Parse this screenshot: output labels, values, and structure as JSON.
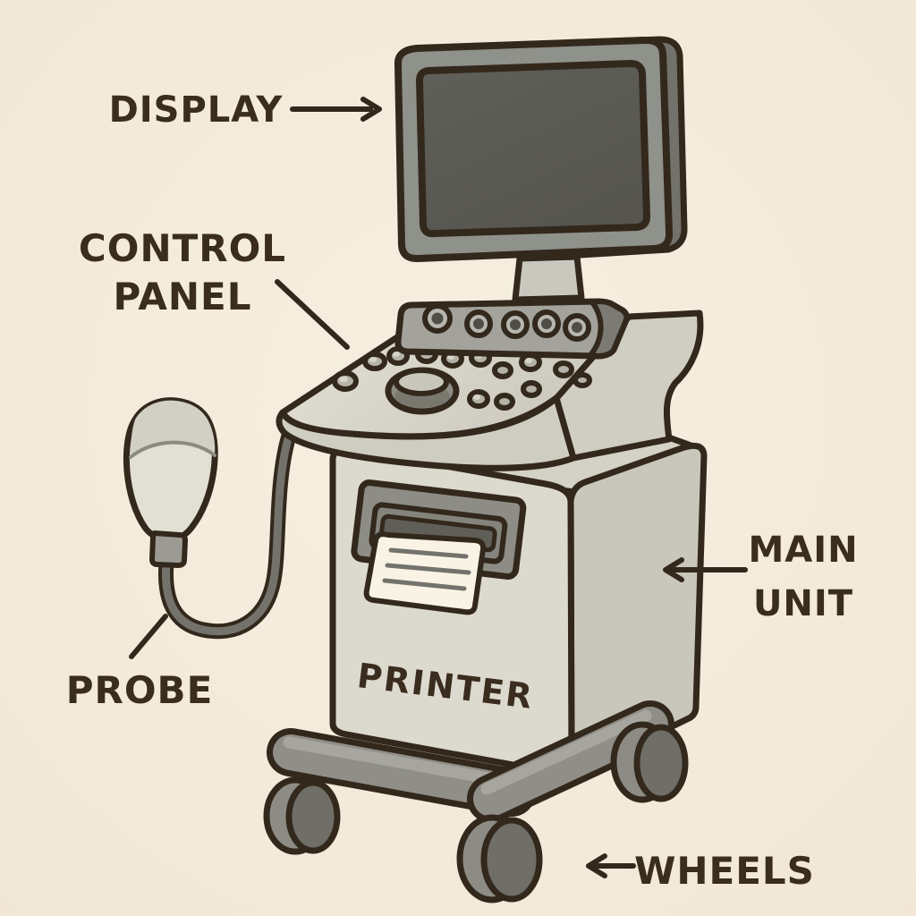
{
  "figure": {
    "type": "labeled-diagram",
    "subject": "Cartoon ultrasound machine on a wheeled cart",
    "style": "hand-drawn grayscale illustration on cream background"
  },
  "labels": {
    "display": "DISPLAY",
    "control_panel_line1": "CONTROL",
    "control_panel_line2": "PANEL",
    "probe": "PROBE",
    "printer": "PRINTER",
    "main_unit_line1": "MAIN",
    "main_unit_line2": "UNIT",
    "wheels": "WHEELS"
  },
  "palette": {
    "background": "#f4ecdc",
    "outline": "#33281c",
    "label_text": "#3a2c1e",
    "bezel": "#8f918b",
    "bezel_depth": "#72726b",
    "screen": "#5c5b54",
    "neck": "#c9c8bf",
    "speaker_bar": "#a3a39c",
    "speaker_bar_cap": "#7b7a73",
    "bar_button_ring": "#b8b7af",
    "bar_button_center": "#4e4d46",
    "panel_top": "#e0ddd3",
    "panel_edge": "#cfccc2",
    "panel_side": "#d0cdc3",
    "panel_button": "#b4b2a8",
    "trackball_skirt": "#8e8d84",
    "trackball_top": "#c9c6bc",
    "pedestal": "#d4d1c7",
    "unit_front": "#dcd9cf",
    "unit_side": "#c9c6bc",
    "printer_recess": "#8d8d85",
    "printer_frame": "#84847c",
    "printer_slot": "#5f5e57",
    "paper": "#f8f3e5",
    "paper_lines": "#73726b",
    "beam": "#8f8e87",
    "beam_top": "#a6a59e",
    "wheel": "#6f6e67",
    "wheel_highlight": "#8d8c84",
    "probe_body": "#e2dfd5",
    "probe_cap": "#d2cfc5",
    "probe_collar": "#9c9b93",
    "cable": "#73726b"
  }
}
